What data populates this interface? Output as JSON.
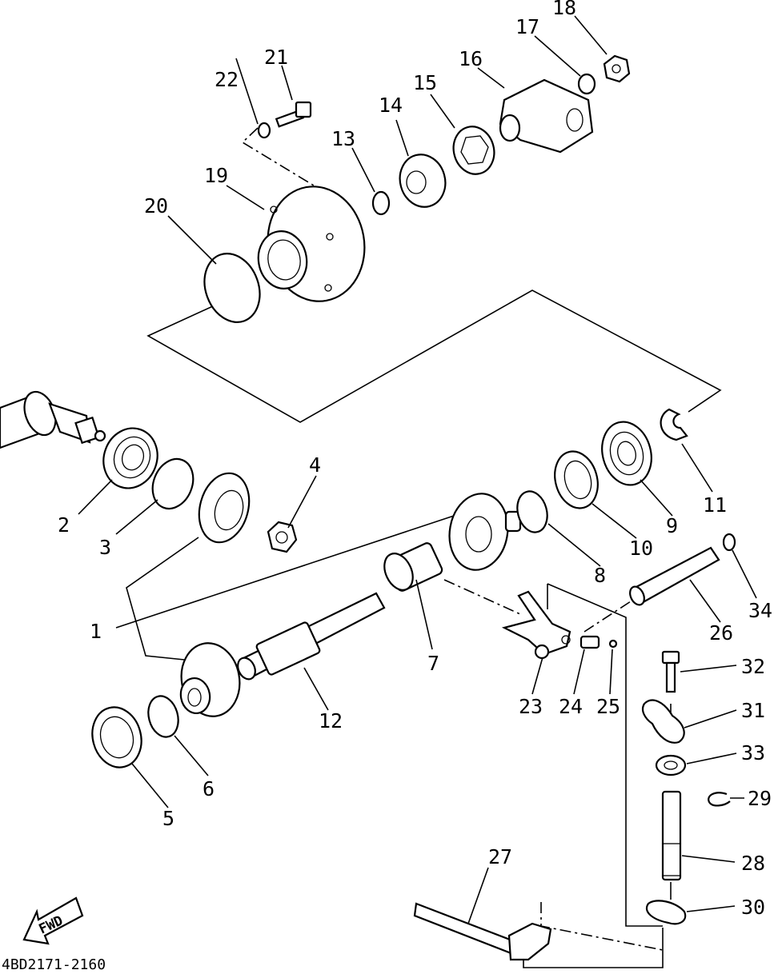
{
  "diagram": {
    "catalog_code": "4BD2171-2160",
    "direction_label": "FWD",
    "callouts": [
      {
        "id": "c1",
        "label": "1"
      },
      {
        "id": "c2",
        "label": "2"
      },
      {
        "id": "c3",
        "label": "3"
      },
      {
        "id": "c4",
        "label": "4"
      },
      {
        "id": "c5",
        "label": "5"
      },
      {
        "id": "c6",
        "label": "6"
      },
      {
        "id": "c7",
        "label": "7"
      },
      {
        "id": "c8",
        "label": "8"
      },
      {
        "id": "c9",
        "label": "9"
      },
      {
        "id": "c10",
        "label": "10"
      },
      {
        "id": "c11",
        "label": "11"
      },
      {
        "id": "c12",
        "label": "12"
      },
      {
        "id": "c13",
        "label": "13"
      },
      {
        "id": "c14",
        "label": "14"
      },
      {
        "id": "c15",
        "label": "15"
      },
      {
        "id": "c16",
        "label": "16"
      },
      {
        "id": "c17",
        "label": "17"
      },
      {
        "id": "c18",
        "label": "18"
      },
      {
        "id": "c19",
        "label": "19"
      },
      {
        "id": "c20",
        "label": "20"
      },
      {
        "id": "c21",
        "label": "21"
      },
      {
        "id": "c22",
        "label": "22"
      },
      {
        "id": "c23",
        "label": "23"
      },
      {
        "id": "c24",
        "label": "24"
      },
      {
        "id": "c25",
        "label": "25"
      },
      {
        "id": "c26",
        "label": "26"
      },
      {
        "id": "c27",
        "label": "27"
      },
      {
        "id": "c28",
        "label": "28"
      },
      {
        "id": "c29",
        "label": "29"
      },
      {
        "id": "c30",
        "label": "30"
      },
      {
        "id": "c31",
        "label": "31"
      },
      {
        "id": "c32",
        "label": "32"
      },
      {
        "id": "c33",
        "label": "33"
      },
      {
        "id": "c34",
        "label": "34"
      }
    ]
  }
}
